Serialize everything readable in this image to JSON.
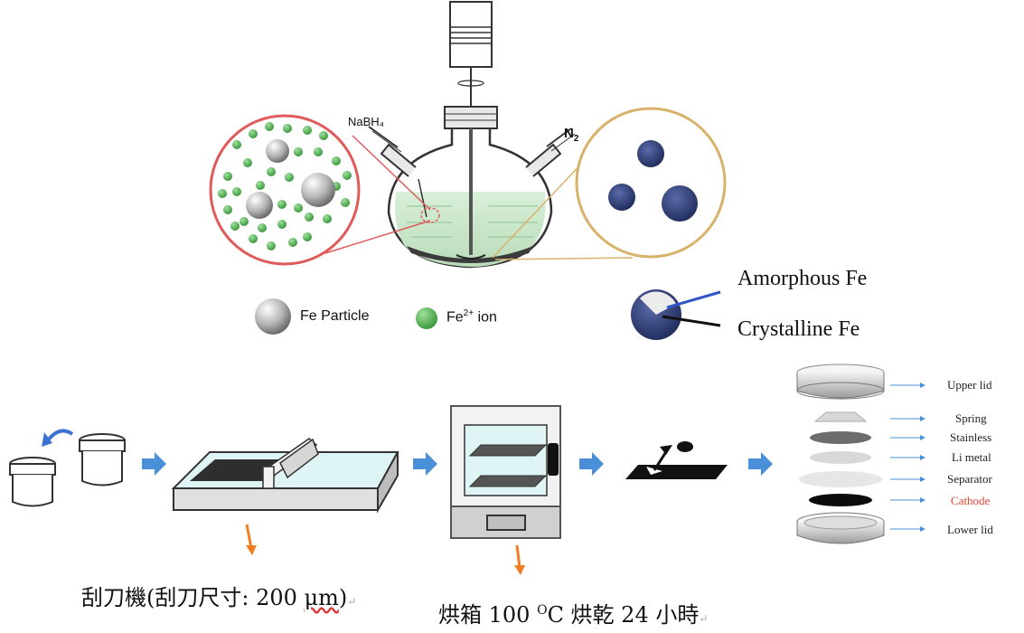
{
  "reactor": {
    "inlet_reagent": "NaBH₄",
    "gas_inlet": "N",
    "gas_subscript": "2"
  },
  "legend": {
    "particle_label": "Fe Particle",
    "ion_label_base": "Fe",
    "ion_label_sup": "2+",
    "ion_label_tail": " ion",
    "amorphous_label": "Amorphous Fe",
    "crystalline_label": "Crystalline Fe"
  },
  "coin_cell": {
    "parts": [
      "Upper lid",
      "Spring",
      "Stainless",
      "Li metal",
      "Separator",
      "Cathode",
      "Lower lid"
    ],
    "highlight_color": "#e8402f"
  },
  "captions": {
    "blade_caption": "刮刀機(刮刀尺寸: 200 ",
    "blade_unit": "μm",
    "blade_tail": ")",
    "oven_caption": "烘箱 100 ",
    "oven_sup": "O",
    "oven_tail": "C 烘乾 24 小時",
    "return_mark": "↵"
  },
  "colors": {
    "flow_arrow": "#4a90d9",
    "down_arrow": "#ef7d22",
    "ion_green": "#5cb85c",
    "left_circle": "#e05a5a",
    "right_circle": "#d8b26a",
    "particle_blue": "#2f3f78"
  }
}
